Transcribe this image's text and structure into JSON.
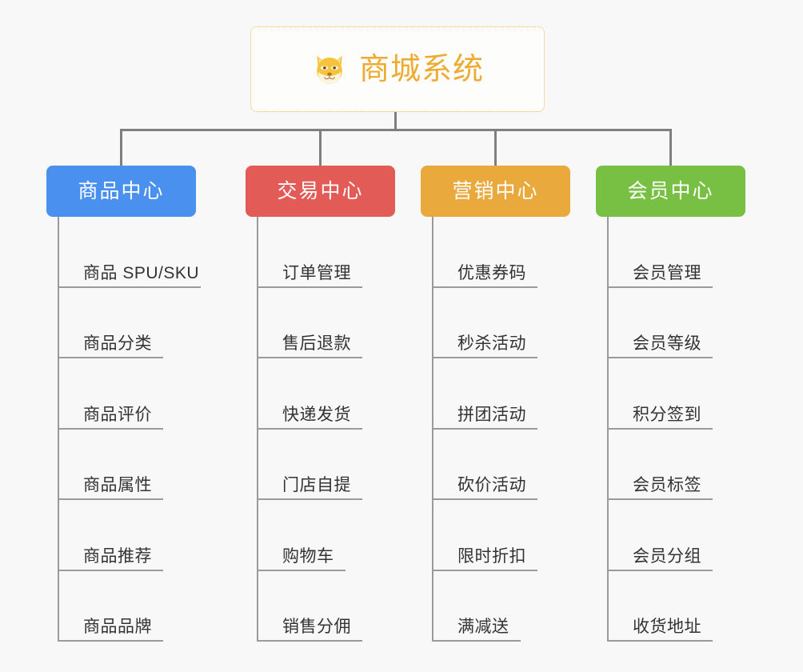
{
  "page": {
    "background_color": "#f8f8f8",
    "connector_color": "#7f7f7f",
    "leaf_line_color": "#9a9a9a",
    "leaf_text_color": "#333333"
  },
  "root": {
    "title": "商城系统",
    "icon": "shiba-dog-face-emoji",
    "title_color": "#eeab32",
    "border_color": "#f2b545"
  },
  "categories": [
    {
      "label": "商品中心",
      "color": "#4a90ef",
      "items": [
        "商品 SPU/SKU",
        "商品分类",
        "商品评价",
        "商品属性",
        "商品推荐",
        "商品品牌"
      ]
    },
    {
      "label": "交易中心",
      "color": "#e35b56",
      "items": [
        "订单管理",
        "售后退款",
        "快递发货",
        "门店自提",
        "购物车",
        "销售分佣"
      ]
    },
    {
      "label": "营销中心",
      "color": "#eaa93c",
      "items": [
        "优惠券码",
        "秒杀活动",
        "拼团活动",
        "砍价活动",
        "限时折扣",
        "满减送"
      ]
    },
    {
      "label": "会员中心",
      "color": "#78c043",
      "items": [
        "会员管理",
        "会员等级",
        "积分签到",
        "会员标签",
        "会员分组",
        "收货地址"
      ]
    }
  ]
}
